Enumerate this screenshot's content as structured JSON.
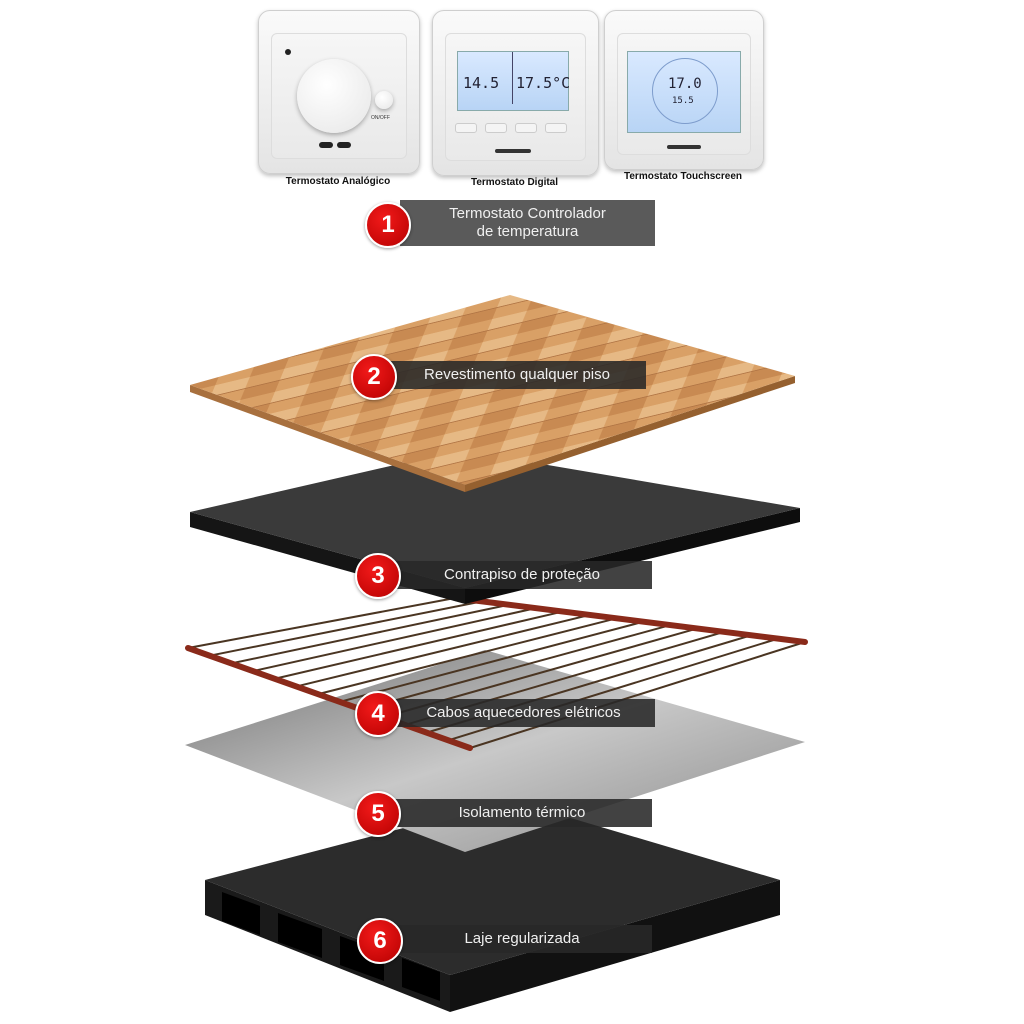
{
  "thermostats": [
    {
      "caption": "Termostato Analógico",
      "button_label": "ON/OFF"
    },
    {
      "caption": "Termostato Digital",
      "room_temp": "14.5",
      "set_temp": "17.5°C"
    },
    {
      "caption": "Termostato Touchscreen",
      "set_temp": "17.0",
      "room_temp": "15.5"
    }
  ],
  "layers": [
    {
      "number": "1",
      "label_line1": "Termostato Controlador",
      "label_line2": "de temperatura"
    },
    {
      "number": "2",
      "label": "Revestimento qualquer piso"
    },
    {
      "number": "3",
      "label": "Contrapiso de proteção"
    },
    {
      "number": "4",
      "label": "Cabos aquecedores elétricos"
    },
    {
      "number": "5",
      "label": "Isolamento térmico"
    },
    {
      "number": "6",
      "label": "Laje regularizada"
    }
  ],
  "colors": {
    "badge_red": "#d40000",
    "label_bg": "#2a2a2a",
    "wood": "#d9a06a",
    "screed": "#2e2e2e",
    "cable_bar": "#8a2a1a",
    "insulation": "#9a9a9a",
    "slab": "#262626"
  }
}
